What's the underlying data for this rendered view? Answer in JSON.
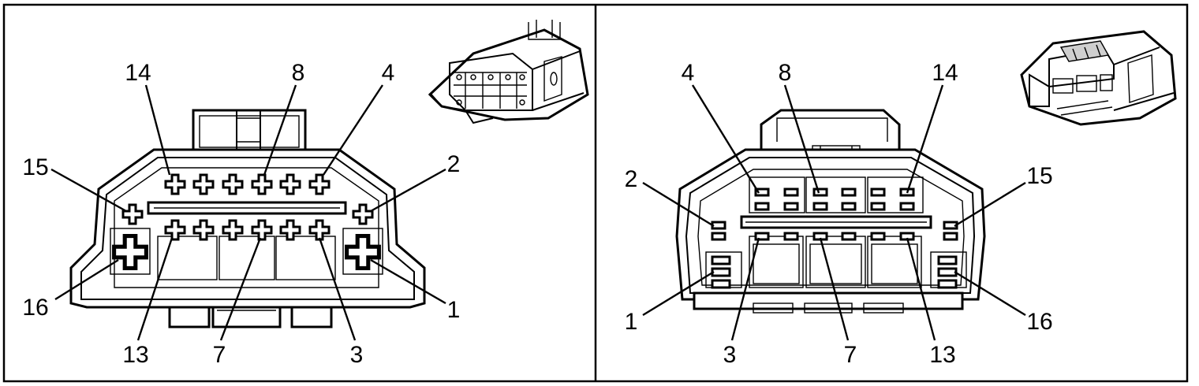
{
  "panels": [
    {
      "name": "terminal-view-left",
      "labels": [
        "14",
        "8",
        "4",
        "15",
        "2",
        "16",
        "1",
        "13",
        "7",
        "3"
      ]
    },
    {
      "name": "terminal-view-right",
      "labels": [
        "4",
        "8",
        "14",
        "2",
        "15",
        "1",
        "16",
        "3",
        "7",
        "13"
      ]
    }
  ]
}
